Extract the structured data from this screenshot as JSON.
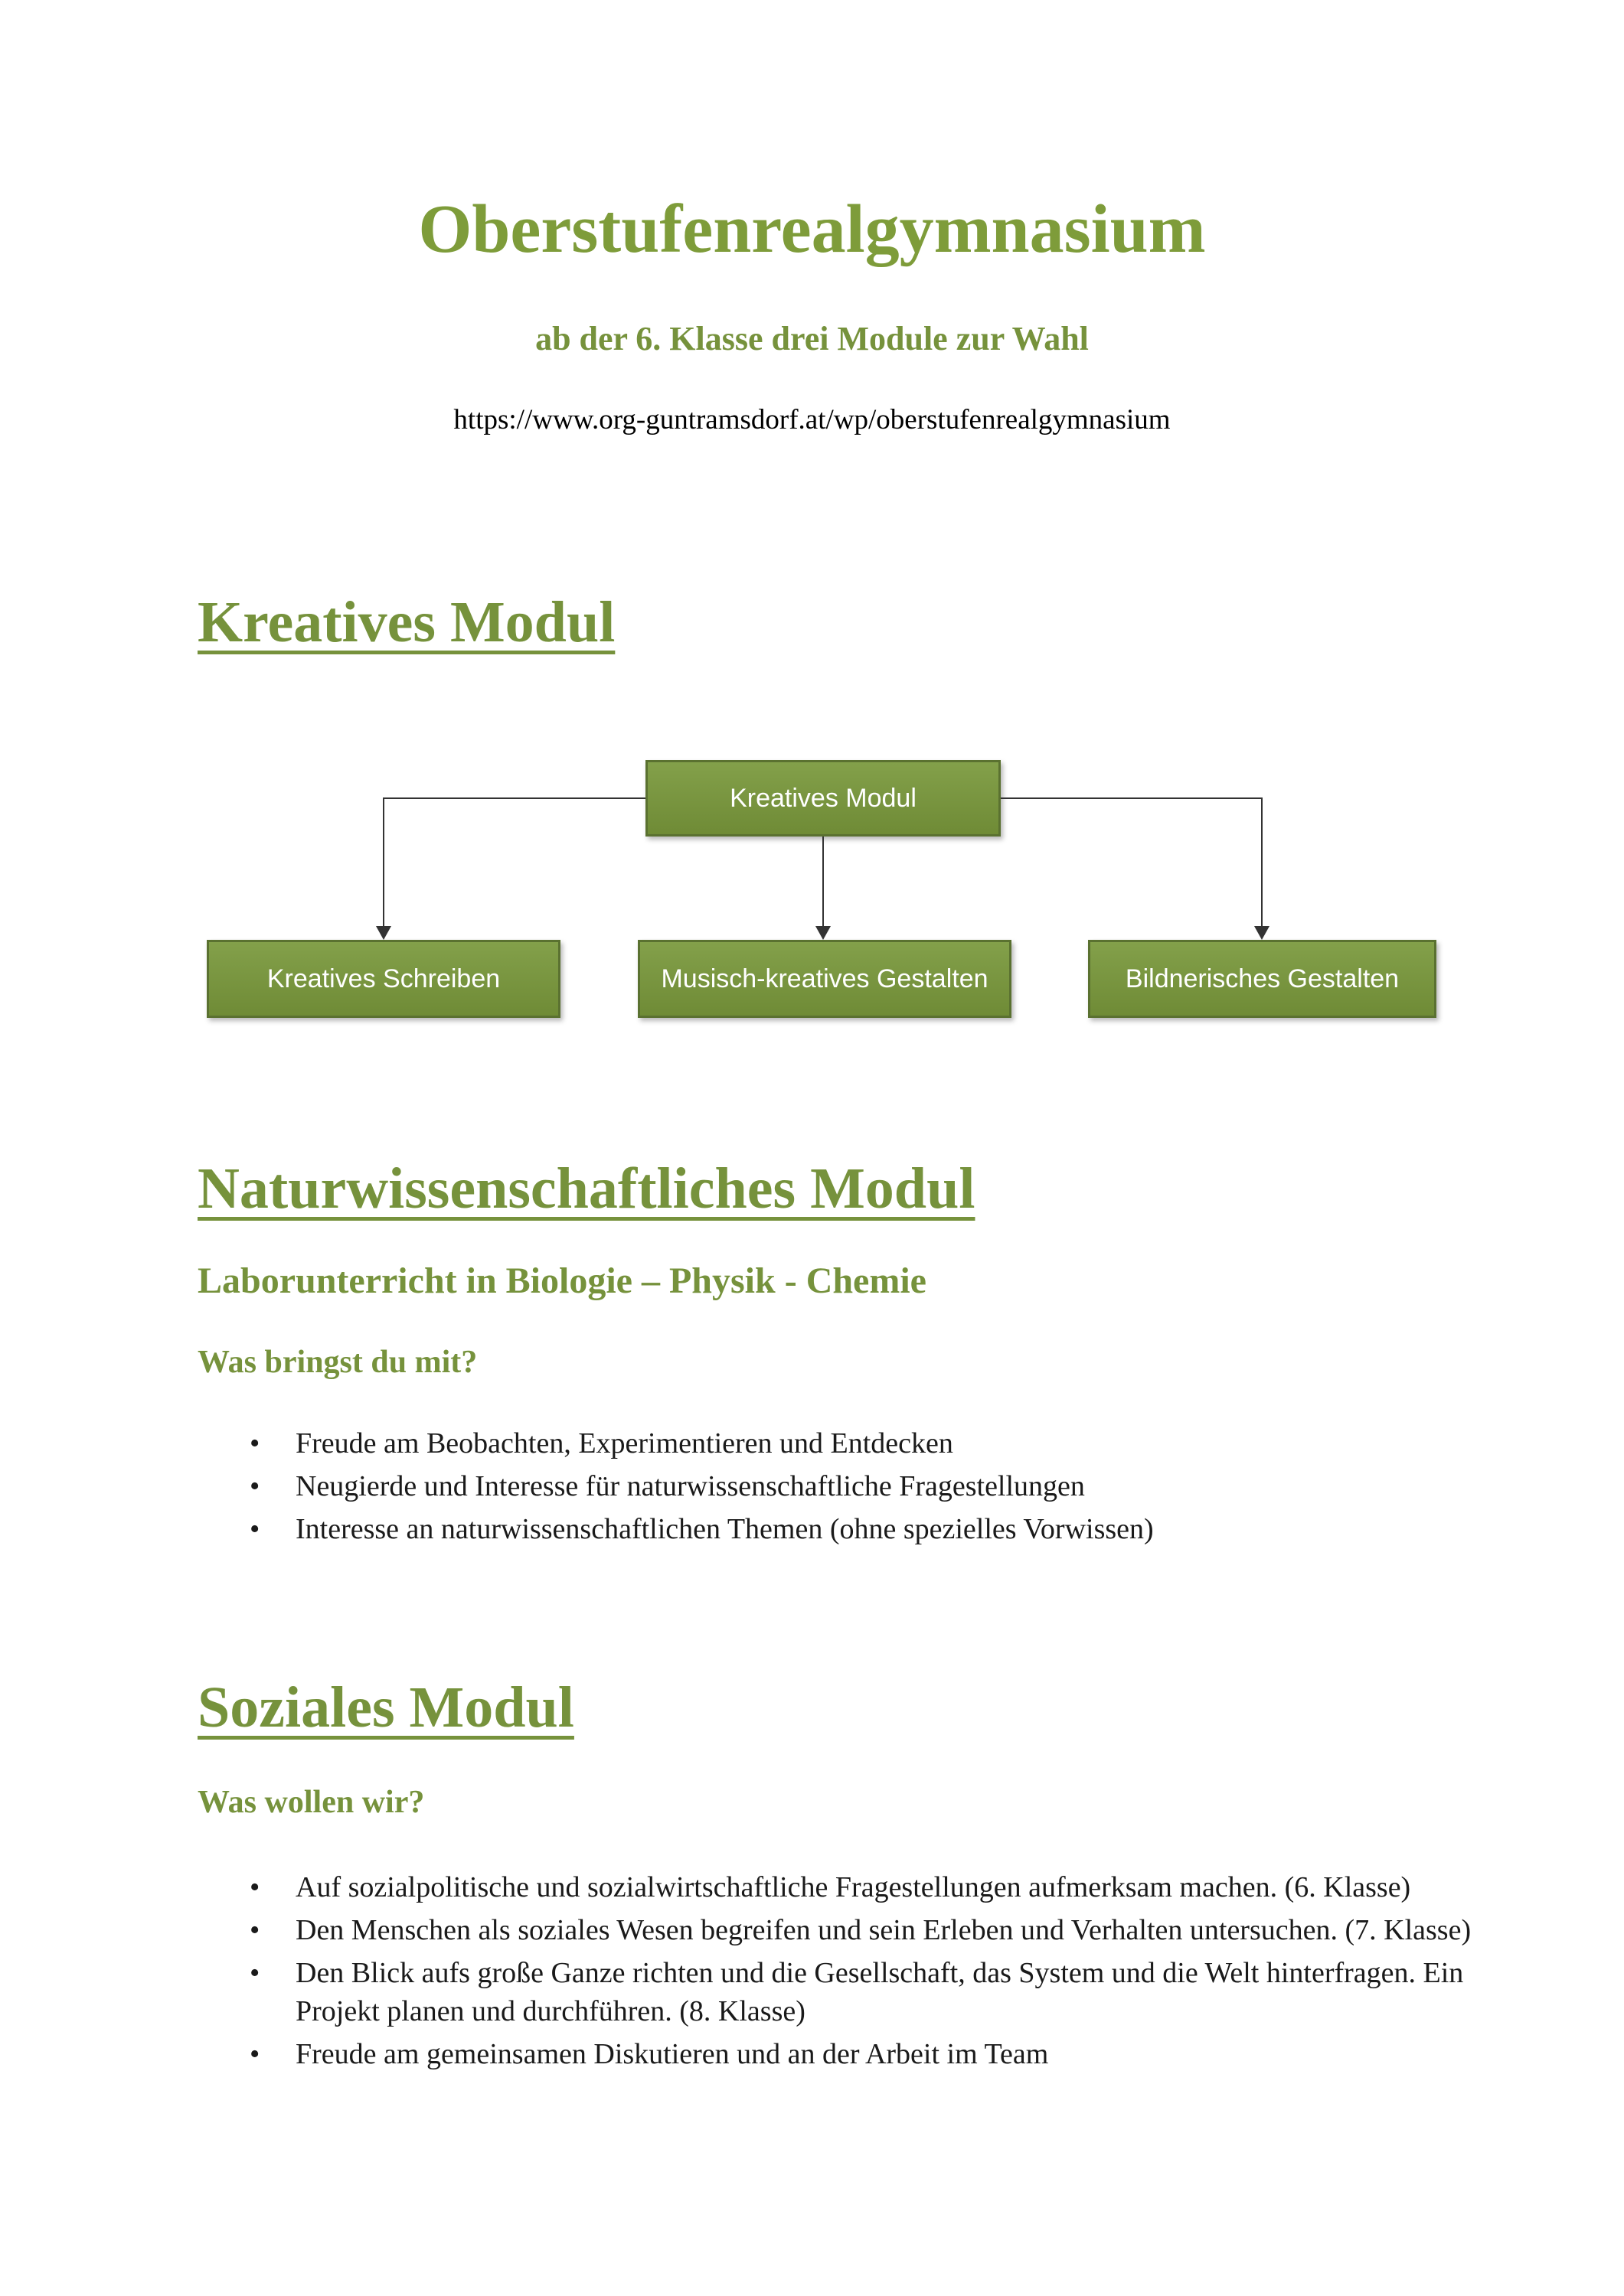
{
  "colors": {
    "title_green": "#7E9C3A",
    "accent_green": "#76923C",
    "box_fill_top": "#83A04A",
    "box_fill_bottom": "#6F8B36",
    "box_border": "#5A7130",
    "line_color": "#333333",
    "text_black": "#1a1a1a"
  },
  "header": {
    "title": "Oberstufenrealgymnasium",
    "subtitle": "ab der 6. Klasse drei Module zur Wahl",
    "url": "https://www.org-guntramsdorf.at/wp/oberstufenrealgymnasium"
  },
  "sections": {
    "kreatives": {
      "heading": "Kreatives Modul",
      "diagram": {
        "root": "Kreatives Modul",
        "children": [
          "Kreatives Schreiben",
          "Musisch-kreatives Gestalten",
          "Bildnerisches Gestalten"
        ]
      }
    },
    "naturwissenschaftliches": {
      "heading": "Naturwissenschaftliches Modul",
      "subheading": "Laborunterricht in Biologie – Physik - Chemie",
      "question": "Was bringst du mit?",
      "bullets": [
        "Freude am Beobachten, Experimentieren und Entdecken",
        "Neugierde und Interesse für naturwissenschaftliche Fragestellungen",
        "Interesse an naturwissenschaftlichen Themen (ohne spezielles Vorwissen)"
      ]
    },
    "soziales": {
      "heading": "Soziales Modul",
      "question": "Was wollen wir?",
      "bullets": [
        "Auf sozialpolitische und sozialwirtschaftliche Fragestellungen aufmerksam machen. (6. Klasse)",
        "Den Menschen als soziales Wesen begreifen und sein Erleben und Verhalten untersuchen. (7. Klasse)",
        "Den Blick aufs große Ganze richten und die Gesellschaft, das System und die Welt hinterfragen. Ein Projekt planen und durchführen. (8. Klasse)",
        "Freude am gemeinsamen Diskutieren und an der Arbeit im Team"
      ]
    }
  }
}
